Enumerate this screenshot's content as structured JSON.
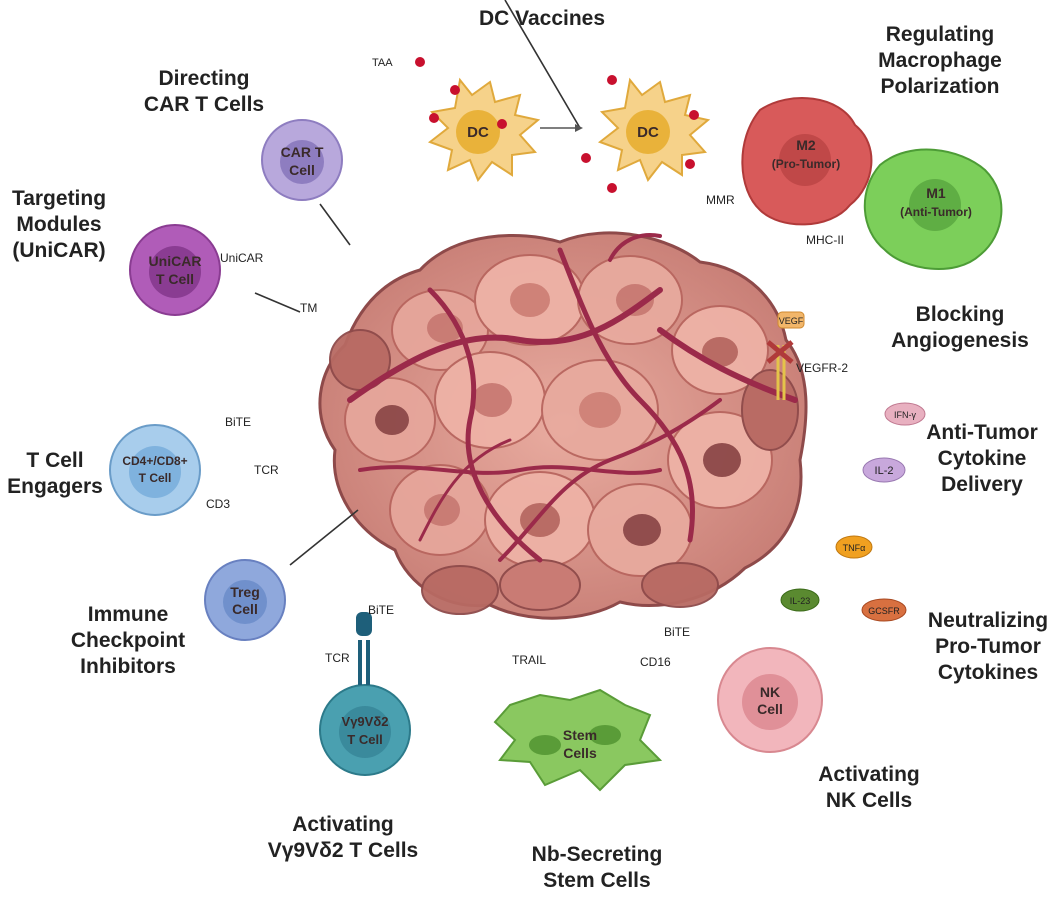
{
  "titles": {
    "dc_vaccines": [
      "DC Vaccines"
    ],
    "regulating_macrophage": [
      "Regulating",
      "Macrophage",
      "Polarization"
    ],
    "directing_car": [
      "Directing",
      "CAR T Cells"
    ],
    "targeting_modules": [
      "Targeting",
      "Modules",
      "(UniCAR)"
    ],
    "blocking_angiogenesis": [
      "Blocking",
      "Angiogenesis"
    ],
    "t_cell_engagers": [
      "T Cell",
      "Engagers"
    ],
    "anti_tumor_cytokine": [
      "Anti-Tumor",
      "Cytokine",
      "Delivery"
    ],
    "immune_checkpoint": [
      "Immune",
      "Checkpoint",
      "Inhibitors"
    ],
    "neutralizing": [
      "Neutralizing",
      "Pro-Tumor",
      "Cytokines"
    ],
    "activating_vg9vd2": [
      "Activating",
      "Vγ9Vδ2 T Cells"
    ],
    "nb_secreting": [
      "Nb-Secreting",
      "Stem Cells"
    ],
    "activating_nk": [
      "Activating",
      "NK Cells"
    ]
  },
  "cells": {
    "dc1": "DC",
    "dc2": "DC",
    "car_t": [
      "CAR T",
      "Cell"
    ],
    "unicar": [
      "UniCAR",
      "T Cell"
    ],
    "m2": [
      "M2",
      "(Pro-Tumor)"
    ],
    "m1": [
      "M1",
      "(Anti-Tumor)"
    ],
    "cd4cd8": [
      "CD4+/CD8+",
      "T Cell"
    ],
    "treg": [
      "Treg",
      "Cell"
    ],
    "vg9vd2": [
      "Vγ9Vδ2",
      "T Cell"
    ],
    "stem": [
      "Stem",
      "Cells"
    ],
    "nk": [
      "NK",
      "Cell"
    ]
  },
  "molecule_labels": {
    "taa": "TAA",
    "mmr": "MMR",
    "mhc2": "MHC-II",
    "unicar": "UniCAR",
    "tm": "TM",
    "vegf": "VEGF",
    "vegfr2": "VEGFR-2",
    "bite_t": "BiTE",
    "tcr_t": "TCR",
    "cd3": "CD3",
    "ifng": "IFN-γ",
    "il2": "IL-2",
    "tnfa": "TNFα",
    "il23": "IL-23",
    "gcsfr": "GCSFR",
    "bite_vg": "BiTE",
    "tcr_vg": "TCR",
    "trail": "TRAIL",
    "bite_nk": "BiTE",
    "cd16": "CD16"
  },
  "colors": {
    "tumor_dark": "#8e4a4a",
    "tumor_mid": "#c97b74",
    "tumor_light": "#e8a99e",
    "vessel": "#9b2a4a",
    "nanobody": "#a8d8f0",
    "dc": "#f6d28a",
    "car_t": "#b8a8dc",
    "unicar": "#b05cb8",
    "m2": "#d85a5a",
    "m1": "#7ccf5a",
    "t_cell": "#a8cdec",
    "treg": "#8fa8dc",
    "vg9vd2": "#4aa0b0",
    "stem": "#8ac860",
    "nk": "#f2b6bc"
  }
}
